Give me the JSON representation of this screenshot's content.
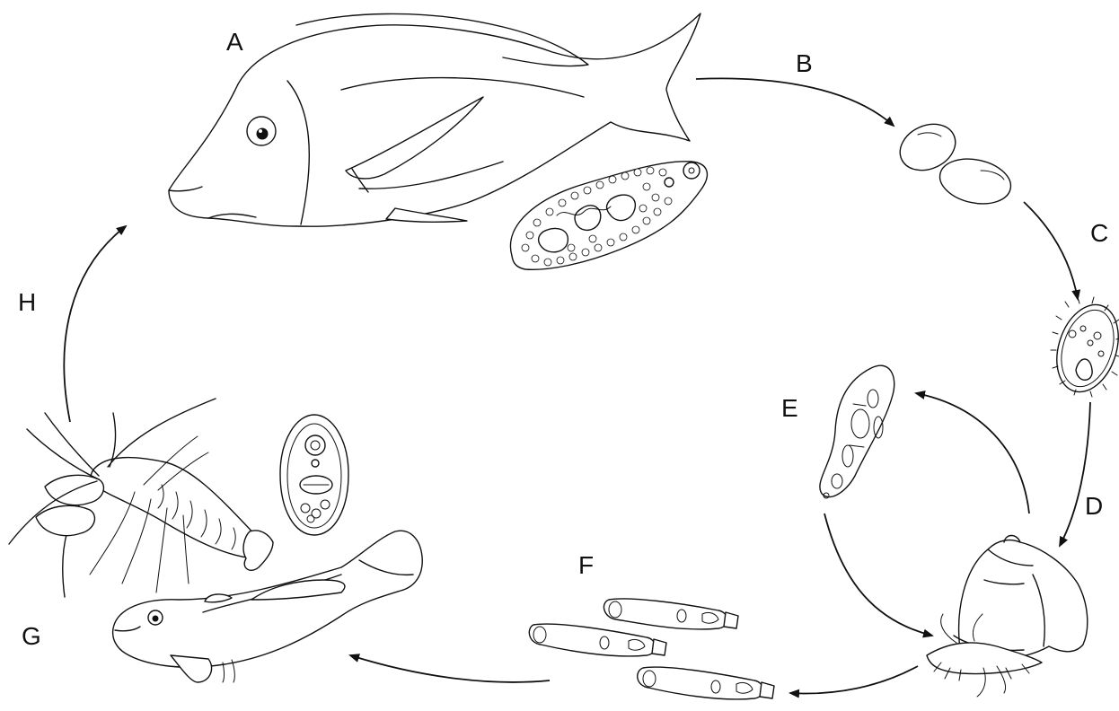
{
  "labels": {
    "a": "A",
    "b": "B",
    "c": "C",
    "d": "D",
    "e": "E",
    "f": "F",
    "g": "G",
    "h": "H"
  },
  "stages": [
    {
      "label": "A",
      "icon": "adult-fish-host-icon"
    },
    {
      "label": "A",
      "icon": "adult-fluke-icon"
    },
    {
      "label": "B",
      "icon": "egg-icon"
    },
    {
      "label": "C",
      "icon": "miracidium-icon"
    },
    {
      "label": "D",
      "icon": "snail-host-icon"
    },
    {
      "label": "E",
      "icon": "sporocyst-icon"
    },
    {
      "label": "F",
      "icon": "cercaria-icon"
    },
    {
      "label": "G",
      "icon": "goby-fish-icon"
    },
    {
      "label": "G",
      "icon": "metacercaria-cyst-icon"
    },
    {
      "label": "H",
      "icon": "shrimp-host-icon"
    }
  ],
  "colors": {
    "line": "#111111",
    "background": "#ffffff"
  }
}
